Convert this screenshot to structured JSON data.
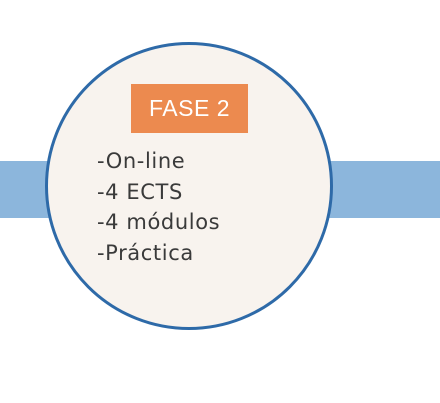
{
  "phase": {
    "badge_label": "FASE 2",
    "items": [
      "-On-line",
      "-4 ECTS",
      "-4 módulos",
      "-Práctica"
    ]
  },
  "colors": {
    "band": "#8cb6dc",
    "circle_fill": "#f8f3ee",
    "circle_stroke": "#2e6aa8",
    "badge": "#ec8a4f",
    "badge_text": "#ffffff",
    "text": "#3a3a3a"
  }
}
